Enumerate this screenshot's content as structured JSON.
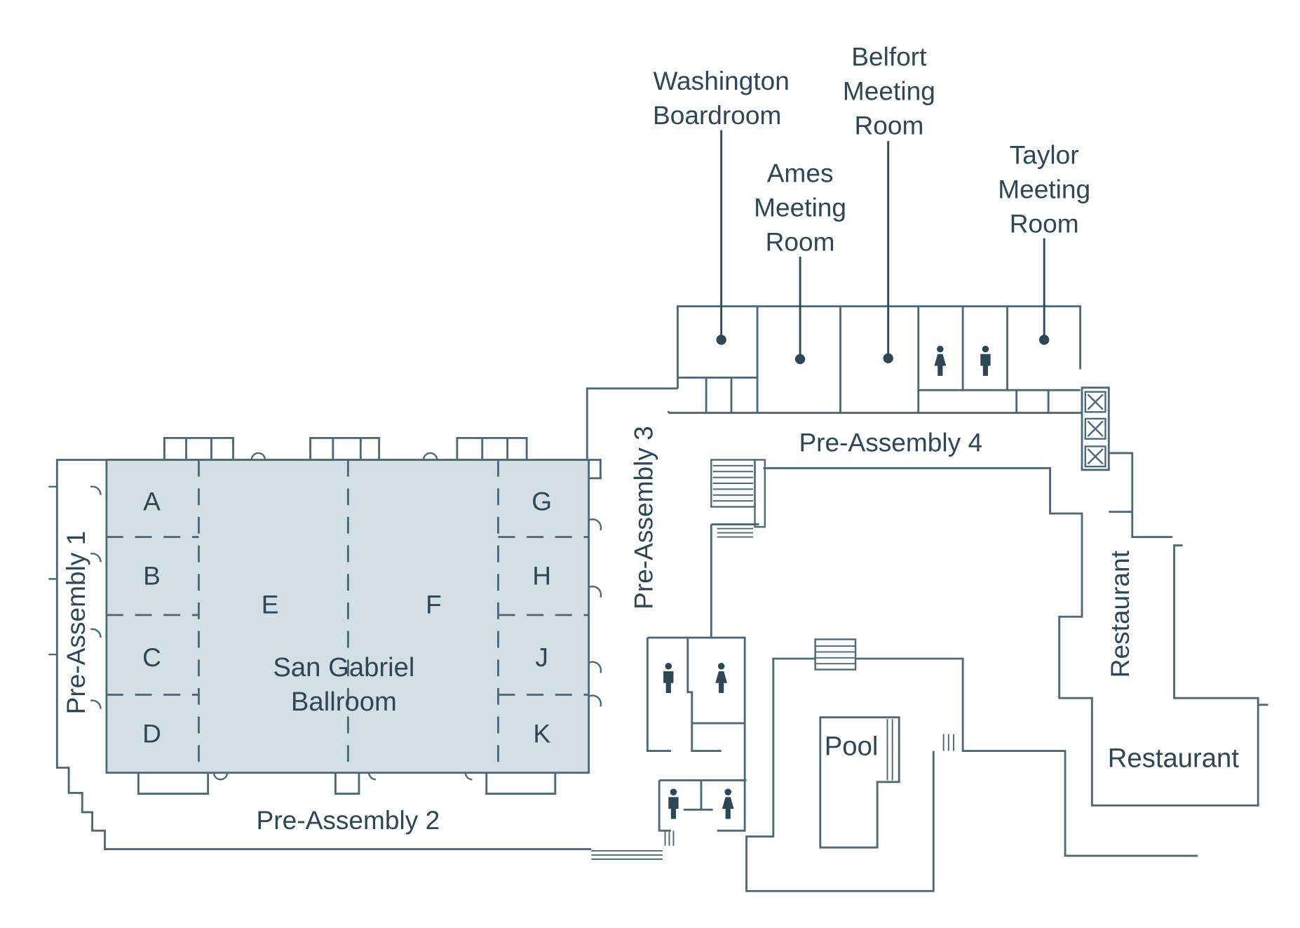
{
  "colors": {
    "wall": "#4d6877",
    "ballroom_fill": "#d4dee5",
    "text": "#2e4756",
    "background": "#ffffff"
  },
  "ballroom": {
    "name_line1": "San Gabriel",
    "name_line2": "Ballroom",
    "sections": {
      "a": "A",
      "b": "B",
      "c": "C",
      "d": "D",
      "e": "E",
      "f": "F",
      "g": "G",
      "h": "H",
      "j": "J",
      "k": "K"
    }
  },
  "areas": {
    "pre_assembly_1": "Pre-Assembly 1",
    "pre_assembly_2": "Pre-Assembly 2",
    "pre_assembly_3": "Pre-Assembly 3",
    "pre_assembly_4": "Pre-Assembly 4",
    "pool": "Pool",
    "restaurant_vertical": "Restaurant",
    "restaurant": "Restaurant"
  },
  "meeting_rooms": {
    "washington": {
      "line1": "Washington",
      "line2": "Boardroom"
    },
    "ames": {
      "line1": "Ames",
      "line2": "Meeting",
      "line3": "Room"
    },
    "belfort": {
      "line1": "Belfort",
      "line2": "Meeting",
      "line3": "Room"
    },
    "taylor": {
      "line1": "Taylor",
      "line2": "Meeting",
      "line3": "Room"
    }
  },
  "icons": [
    "womens-restroom-icon",
    "mens-restroom-icon",
    "elevator-icon",
    "stairs-icon",
    "door-icon"
  ]
}
